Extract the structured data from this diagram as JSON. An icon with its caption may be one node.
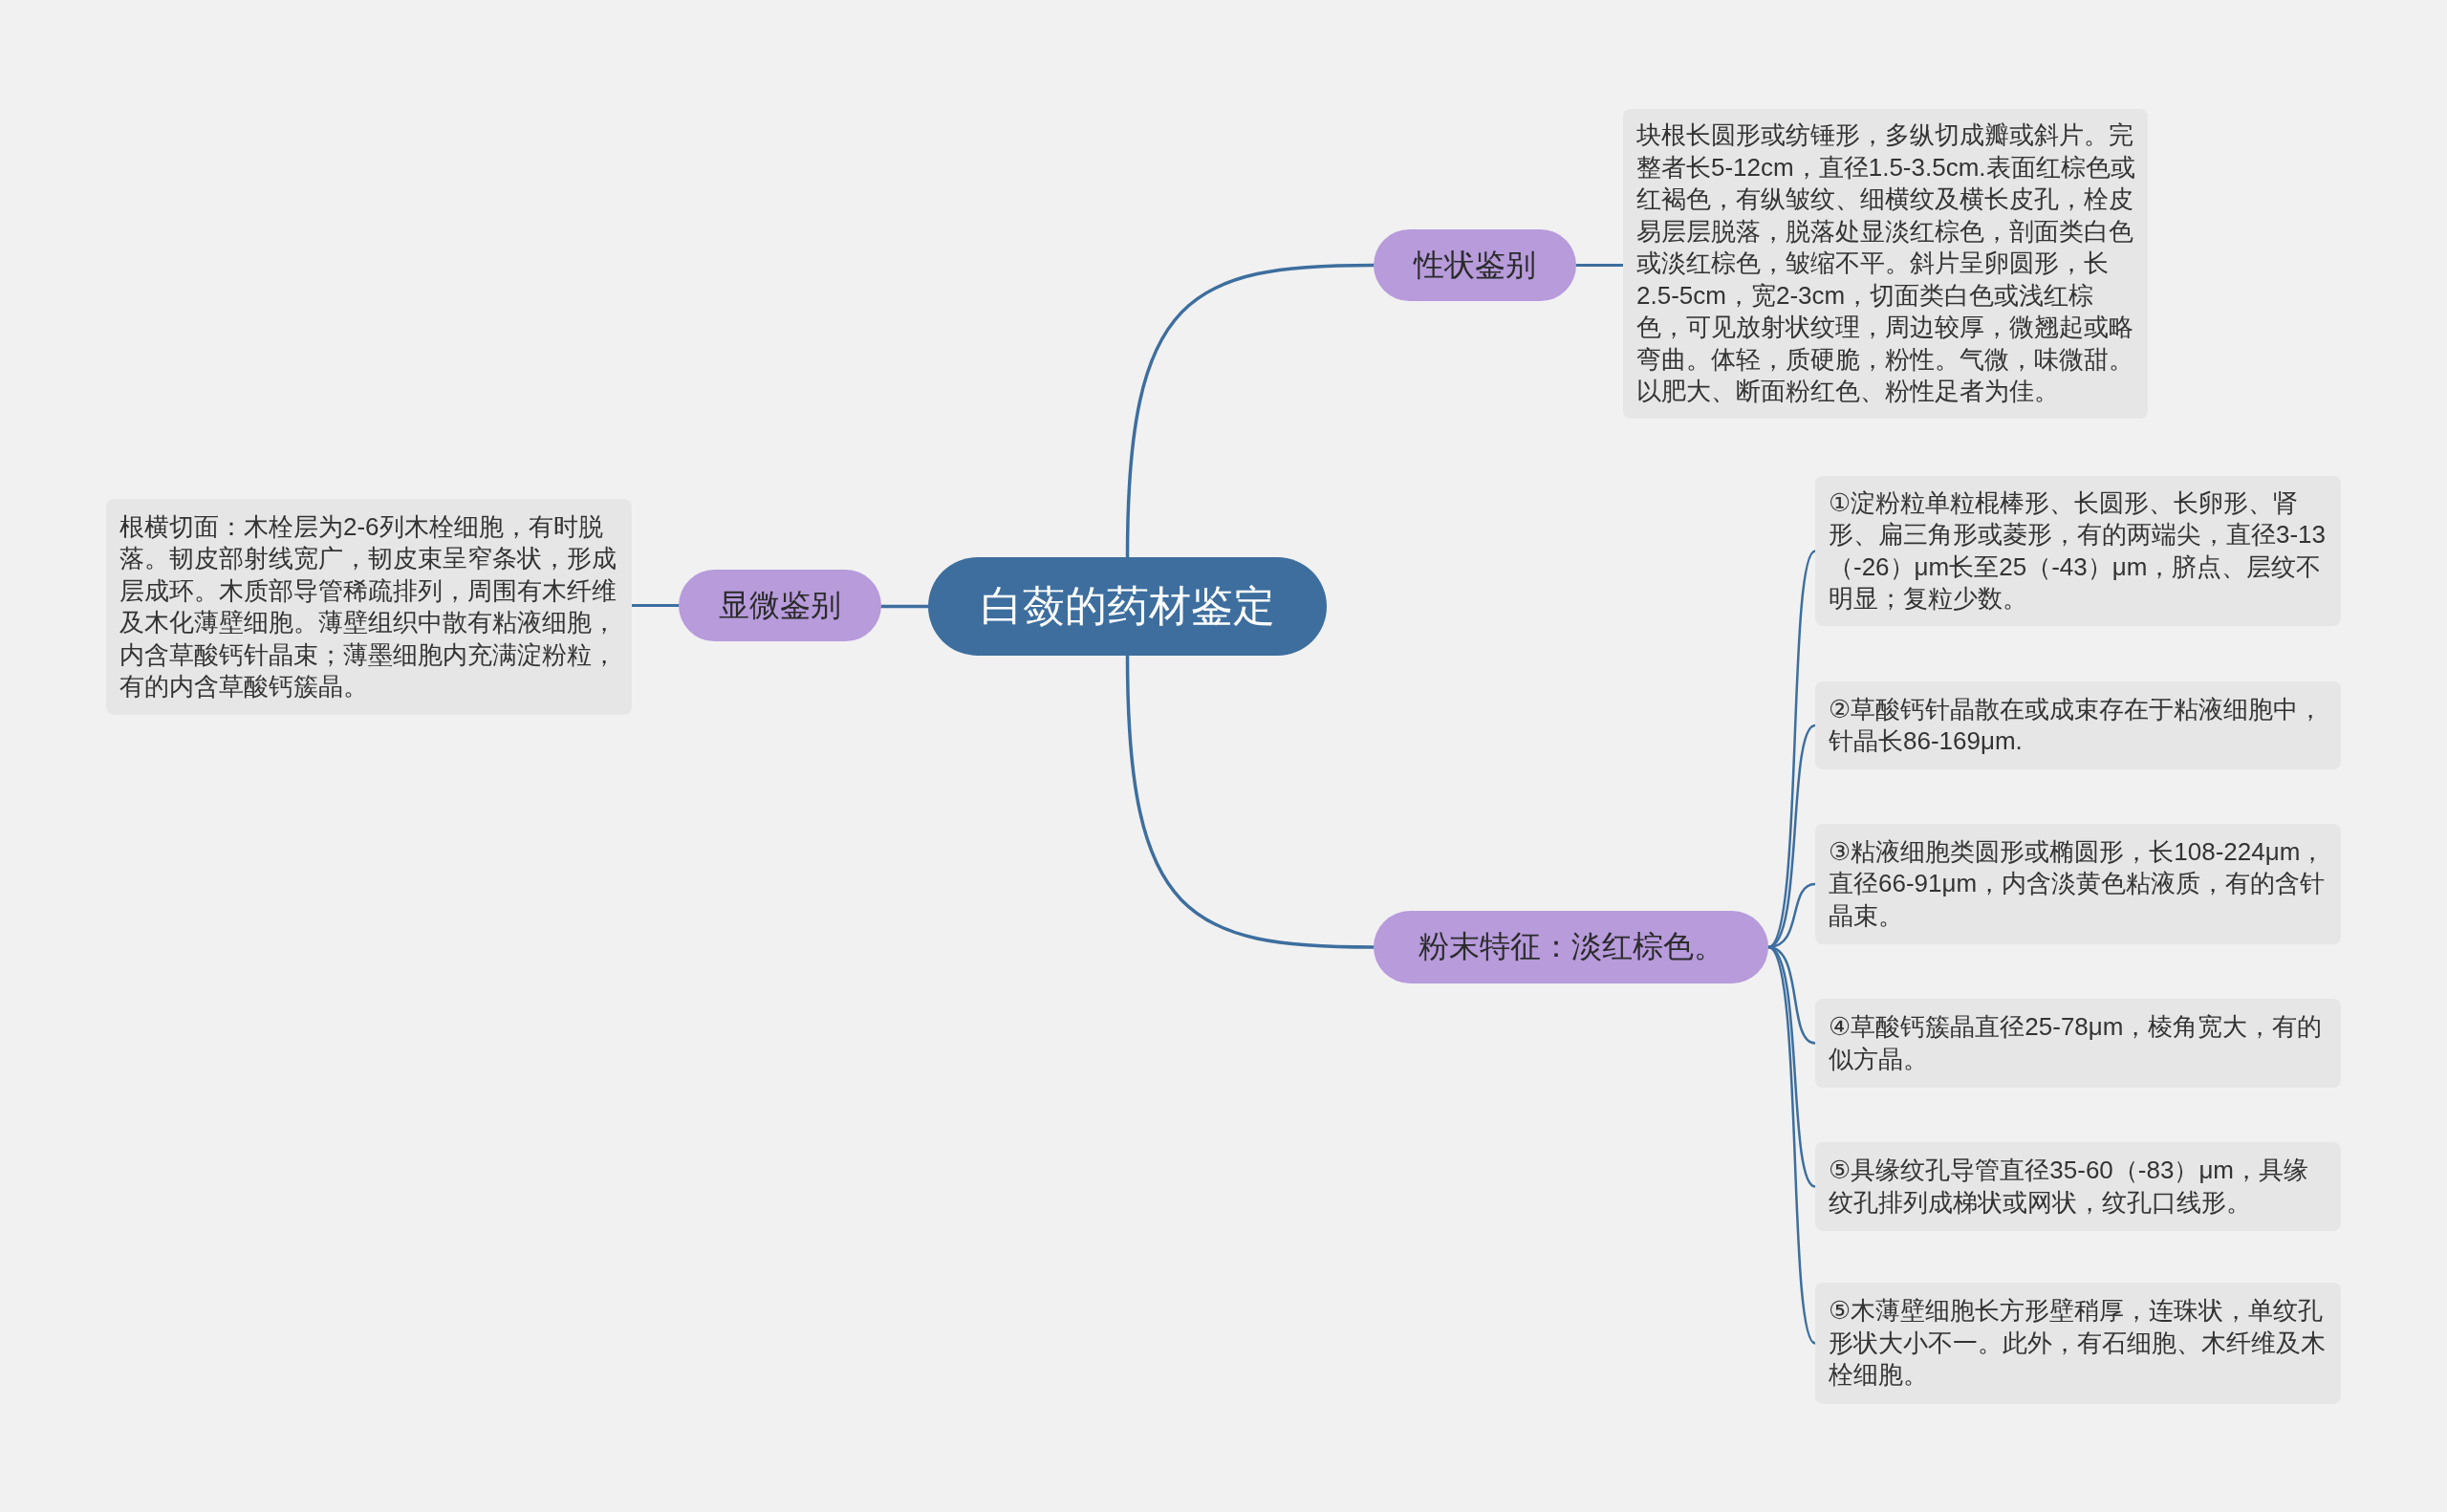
{
  "diagram": {
    "nodes": [
      {
        "text": [
          "白蔹的药材鉴定"
        ]
      },
      {
        "text": [
          "性状鉴别"
        ]
      },
      {
        "text": [
          "块根长圆形或纺锤形，多纵切成瓣或斜片。完整者长5-12cm，直径1.5-3.5cm.表面红棕色或红褐色，有纵皱纹、细横纹及横长皮孔，栓皮易层层脱落，脱落处显淡红棕色，剖面类白色或淡红棕色，皱缩不平。斜片呈卵圆形，长2.5-5cm，宽2-3cm，切面类白色或浅红棕色，可见放射状纹理，周边较厚，微翘起或略弯曲。体轻，质硬脆，粉性。气微，味微甜。以肥大、断面粉红色、粉性足者为佳。"
        ]
      },
      {
        "text": [
          "显微鉴别"
        ]
      },
      {
        "text": [
          "根横切面：木栓层为2-6列木栓细胞，有时脱落。韧皮部射线宽广，韧皮束呈窄条状，形成层成环。木质部导管稀疏排列，周围有木纤维及木化薄壁细胞。薄壁组织中散有粘液细胞，内含草酸钙针晶束；薄墨细胞内充满淀粉粒，有的内含草酸钙簇晶。"
        ]
      },
      {
        "text": [
          "粉末特征：淡红棕色。"
        ]
      },
      {
        "text": [
          "①淀粉粒单粒棍棒形、长圆形、长卵形、肾形、扁三角形或菱形，有的两端尖，直径3-13（-26）μm长至25（-43）μm，脐点、层纹不明显；复粒少数。"
        ]
      },
      {
        "text": [
          "②草酸钙针晶散在或成束存在于粘液细胞中，针晶长86-169μm."
        ]
      },
      {
        "text": [
          "③粘液细胞类圆形或椭圆形，长108-224μm，直径66-91μm，内含淡黄色粘液质，有的含针晶束。"
        ]
      },
      {
        "text": [
          "④草酸钙簇晶直径25-78μm，棱角宽大，有的似方晶。"
        ]
      },
      {
        "text": [
          "⑤具缘纹孔导管直径35-60（-83）μm，具缘纹孔排列成梯状或网状，纹孔口线形。"
        ]
      },
      {
        "text": [
          "⑤木薄壁细胞长方形壁稍厚，连珠状，单纹孔形状大小不一。此外，有石细胞、木纤维及木栓细胞。"
        ]
      }
    ],
    "edges": [
      {
        "from": 0,
        "to": 1,
        "arrow": "none"
      },
      {
        "from": 1,
        "to": 2,
        "arrow": "none"
      },
      {
        "from": 0,
        "to": 3,
        "arrow": "none"
      },
      {
        "from": 3,
        "to": 4,
        "arrow": "none"
      },
      {
        "from": 0,
        "to": 5,
        "arrow": "none"
      },
      {
        "from": 5,
        "to": 6,
        "arrow": "none"
      },
      {
        "from": 5,
        "to": 7,
        "arrow": "none"
      },
      {
        "from": 5,
        "to": 8,
        "arrow": "none"
      },
      {
        "from": 5,
        "to": 9,
        "arrow": "none"
      },
      {
        "from": 5,
        "to": 10,
        "arrow": "none"
      },
      {
        "from": 5,
        "to": 11,
        "arrow": "none"
      }
    ]
  }
}
